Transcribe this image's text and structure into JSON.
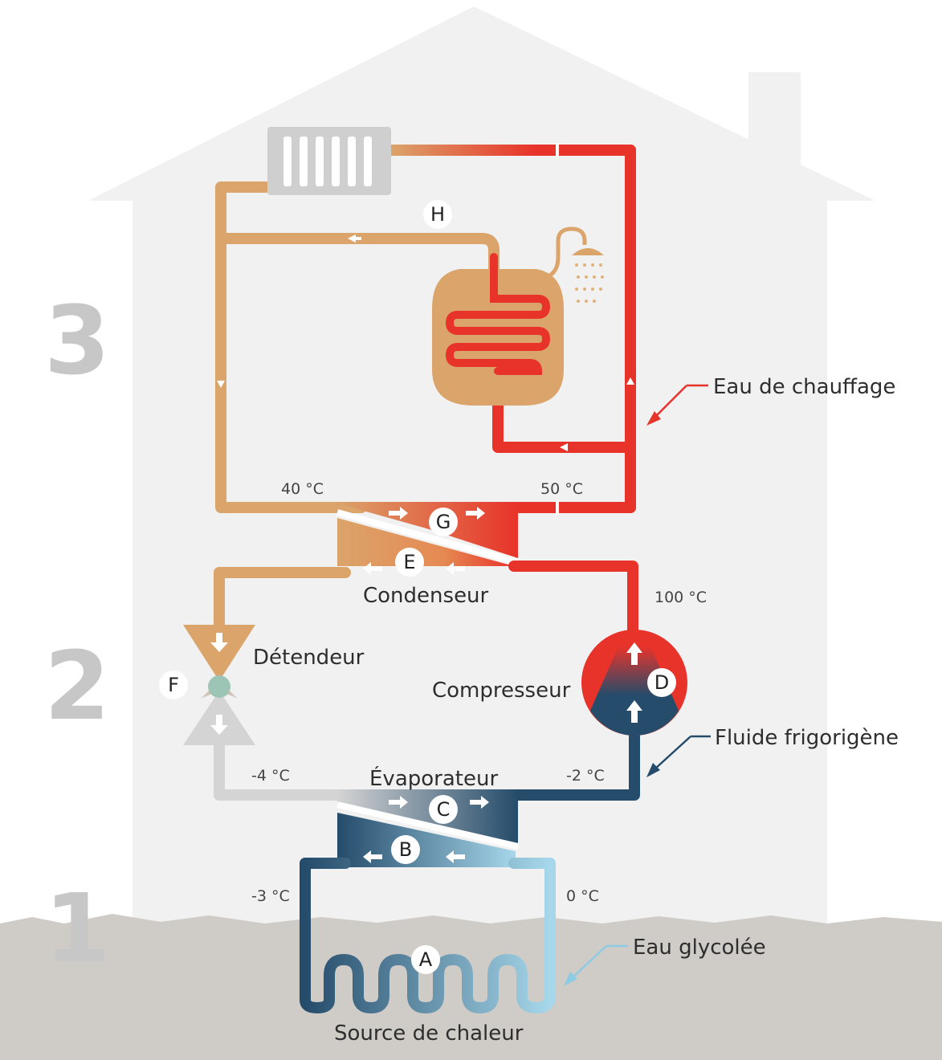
{
  "zones": {
    "z1": "1",
    "z2": "2",
    "z3": "3"
  },
  "labels": {
    "eau_chauffage": "Eau de chauffage",
    "fluide": "Fluide frigorigène",
    "eau_glycolee": "Eau glycolée",
    "condenseur": "Condenseur",
    "detendeur": "Détendeur",
    "compresseur": "Compresseur",
    "evaporateur": "Évaporateur",
    "source": "Source de chaleur"
  },
  "temps": {
    "t40": "40 °C",
    "t50": "50 °C",
    "t100": "100 °C",
    "tm4": "-4 °C",
    "tm2": "-2 °C",
    "tm3": "-3 °C",
    "t0": "0 °C"
  },
  "badges": {
    "A": "A",
    "B": "B",
    "C": "C",
    "D": "D",
    "E": "E",
    "F": "F",
    "G": "G",
    "H": "H"
  },
  "colors": {
    "hot": "#e8332a",
    "warm": "#dba46a",
    "cold_dark": "#254c6b",
    "cold_light": "#a6d7ea",
    "house": "#f1f1f1",
    "ground": "#cfcbc7"
  }
}
